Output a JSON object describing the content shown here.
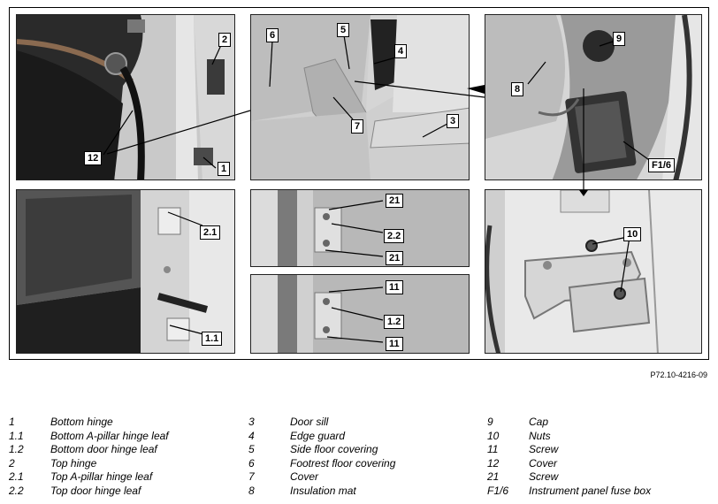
{
  "figure_id": "P72.10-4216-09",
  "callouts": {
    "p1": [
      "2",
      "12",
      "1"
    ],
    "p2": [
      "6",
      "5",
      "4",
      "7",
      "3"
    ],
    "p3": [
      "9",
      "8",
      "F1/6"
    ],
    "p4": [
      "2.1",
      "1.1"
    ],
    "p5": [
      "21",
      "2.2",
      "21"
    ],
    "p6": [
      "11",
      "1.2",
      "11"
    ],
    "p7": [
      "10"
    ]
  },
  "legend": {
    "col1": [
      {
        "num": "1",
        "desc": "Bottom hinge"
      },
      {
        "num": "1.1",
        "desc": "Bottom A-pillar hinge leaf"
      },
      {
        "num": "1.2",
        "desc": "Bottom door hinge leaf"
      },
      {
        "num": "2",
        "desc": "Top hinge"
      },
      {
        "num": "2.1",
        "desc": "Top A-pillar hinge leaf"
      },
      {
        "num": "2.2",
        "desc": "Top door hinge leaf"
      }
    ],
    "col2": [
      {
        "num": "3",
        "desc": "Door sill"
      },
      {
        "num": "4",
        "desc": "Edge guard"
      },
      {
        "num": "5",
        "desc": "Side floor covering"
      },
      {
        "num": "6",
        "desc": "Footrest floor covering"
      },
      {
        "num": "7",
        "desc": "Cover"
      },
      {
        "num": "8",
        "desc": "Insulation mat"
      }
    ],
    "col3": [
      {
        "num": "9",
        "desc": "Cap"
      },
      {
        "num": "10",
        "desc": "Nuts"
      },
      {
        "num": "11",
        "desc": "Screw"
      },
      {
        "num": "12",
        "desc": "Cover"
      },
      {
        "num": "21",
        "desc": "Screw"
      },
      {
        "num": "F1/6",
        "desc": "Instrument panel fuse box"
      }
    ]
  }
}
